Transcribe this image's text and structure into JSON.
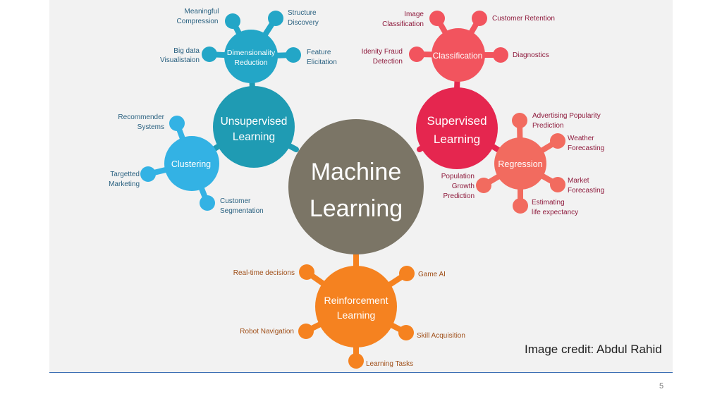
{
  "colors": {
    "central": "#7b7566",
    "unsupervised": "#1f9bb3",
    "supervised": "#e5264f",
    "reinforcement": "#f58220",
    "dimensionality": "#23a6c7",
    "clustering": "#33b2e4",
    "classification": "#f2545e",
    "regression": "#f26b5f",
    "text_unsup": "#2a6180",
    "text_sup": "#8e1a3c",
    "text_rl": "#a0501a"
  },
  "central": {
    "line1": "Machine",
    "line2": "Learning"
  },
  "unsupervised": {
    "line1": "Unsupervised",
    "line2": "Learning",
    "dimensionality": {
      "line1": "Dimensionality",
      "line2": "Reduction",
      "leaves": [
        {
          "l1": "Meaningful",
          "l2": "Compression"
        },
        {
          "l1": "Structure",
          "l2": "Discovery"
        },
        {
          "l1": "Big data",
          "l2": "Visualistaion"
        },
        {
          "l1": "Feature",
          "l2": "Elicitation"
        }
      ]
    },
    "clustering": {
      "label": "Clustering",
      "leaves": [
        {
          "l1": "Recommender",
          "l2": "Systems"
        },
        {
          "l1": "Targetted",
          "l2": "Marketing"
        },
        {
          "l1": "Customer",
          "l2": "Segmentation"
        }
      ]
    }
  },
  "supervised": {
    "line1": "Supervised",
    "line2": "Learning",
    "classification": {
      "label": "Classification",
      "leaves": [
        {
          "l1": "Image",
          "l2": "Classification"
        },
        {
          "l1": "Customer Retention",
          "l2": ""
        },
        {
          "l1": "Idenity Fraud",
          "l2": "Detection"
        },
        {
          "l1": "Diagnostics",
          "l2": ""
        }
      ]
    },
    "regression": {
      "label": "Regression",
      "leaves": [
        {
          "l1": "Advertising Popularity",
          "l2": "Prediction"
        },
        {
          "l1": "Weather",
          "l2": "Forecasting"
        },
        {
          "l1": "Population",
          "l2": "Growth",
          "l3": "Prediction"
        },
        {
          "l1": "Market",
          "l2": "Forecasting"
        },
        {
          "l1": "Estimating",
          "l2": "life expectancy"
        }
      ]
    }
  },
  "reinforcement": {
    "line1": "Reinforcement",
    "line2": "Learning",
    "leaves": [
      {
        "l1": "Real-time decisions"
      },
      {
        "l1": "Game AI"
      },
      {
        "l1": "Robot Navigation"
      },
      {
        "l1": "Skill Acquisition"
      },
      {
        "l1": "Learning Tasks"
      }
    ]
  },
  "credit": "Image credit: Abdul Rahid",
  "page_number": "5"
}
